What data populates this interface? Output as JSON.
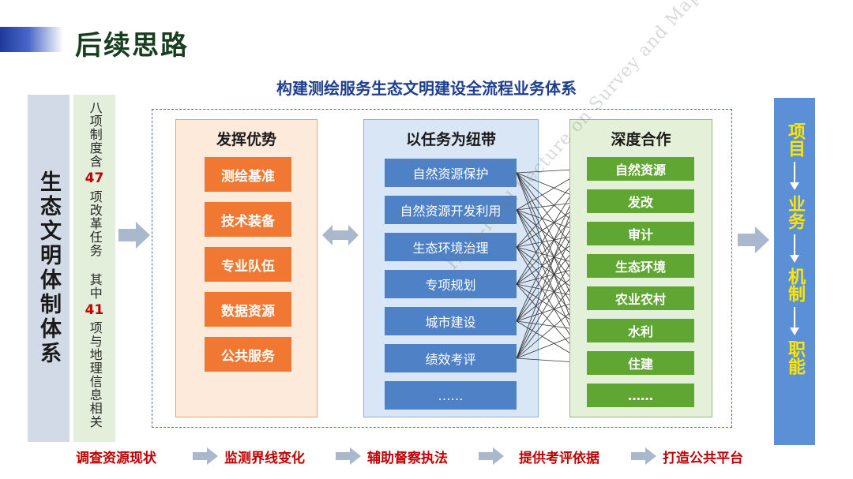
{
  "header": {
    "page_title": "后续思路",
    "subtitle": "构建测绘服务生态文明建设全流程业务体系"
  },
  "left": {
    "title": "生态文明体制体系",
    "desc_part1": "八项制度含",
    "desc_num1": "47",
    "desc_part2": "项改革任务 其中",
    "desc_num2": "41",
    "desc_part3": "项与地理信息相关"
  },
  "panels": {
    "advantages": {
      "title": "发挥优势",
      "items": [
        "测绘基准",
        "技术装备",
        "专业队伍",
        "数据资源",
        "公共服务"
      ]
    },
    "tasks": {
      "title": "以任务为纽带",
      "items": [
        "自然资源保护",
        "自然资源开发利用",
        "生态环境治理",
        "专项规划",
        "城市建设",
        "绩效考评",
        "……"
      ]
    },
    "cooperation": {
      "title": "深度合作",
      "items": [
        "自然资源",
        "发改",
        "审计",
        "生态环境",
        "农业农村",
        "水利",
        "住建",
        "……"
      ]
    }
  },
  "right": {
    "words": [
      "项目",
      "业务",
      "机制",
      "职能"
    ]
  },
  "flow": {
    "steps": [
      "调查资源现状",
      "监测界线变化",
      "辅助督察执法",
      "提供考评依据",
      "打造公共平台"
    ]
  },
  "watermark": {
    "text": "High-level Lecture on Survey and Mapping"
  },
  "colors": {
    "orange": "#f07832",
    "blue": "#4f81c7",
    "green": "#5fa632",
    "red_text": "#c00000",
    "yellow_text": "#ffe600"
  }
}
